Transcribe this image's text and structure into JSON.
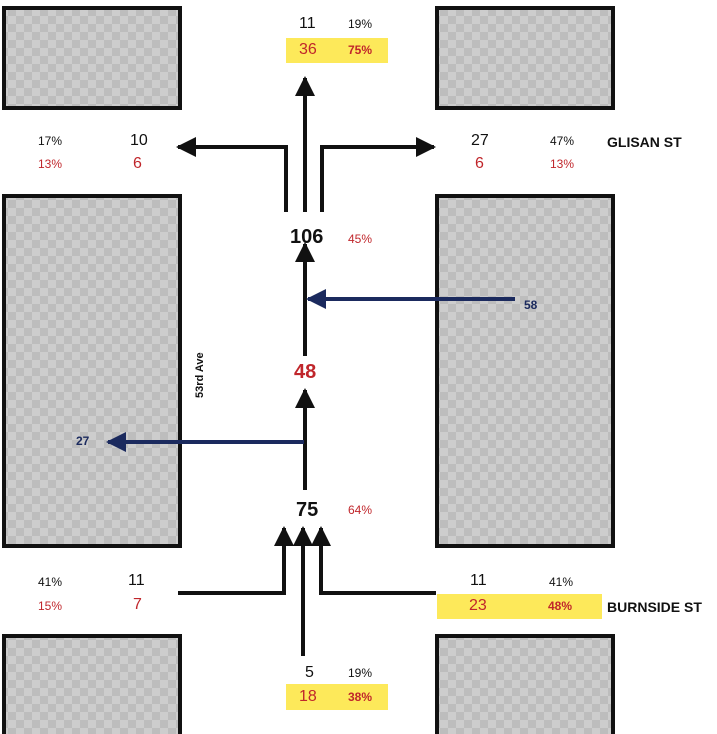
{
  "streets": {
    "glisan": "GLISAN ST",
    "burnside": "BURNSIDE ST",
    "avenue": "53rd Ave"
  },
  "north_exit": {
    "count_black": "11",
    "pct_black": "19%",
    "count_red": "36",
    "pct_red": "75%"
  },
  "west_exit": {
    "pct_black": "17%",
    "count_black": "10",
    "pct_red": "13%",
    "count_red": "6"
  },
  "east_exit": {
    "count_black": "27",
    "pct_black": "47%",
    "count_red": "6",
    "pct_red": "13%"
  },
  "total_north": {
    "count": "106",
    "pct": "45%"
  },
  "east_entry": {
    "count": "58"
  },
  "mid": {
    "count": "48"
  },
  "west_off": {
    "count": "27"
  },
  "total_south": {
    "count": "75",
    "pct": "64%"
  },
  "southwest_entry": {
    "pct_black": "41%",
    "count_black": "11",
    "pct_red": "15%",
    "count_red": "7"
  },
  "southeast_entry": {
    "count_black": "11",
    "pct_black": "41%",
    "count_red": "23",
    "pct_red": "48%"
  },
  "south_entry": {
    "count_black": "5",
    "pct_black": "19%",
    "count_red": "18",
    "pct_red": "38%"
  },
  "colors": {
    "black_text": "#111111",
    "red_text": "#c0262b",
    "navy_arrow": "#1b2a5e",
    "highlight": "#fde95a",
    "block_fill": "#c9c9c9"
  }
}
